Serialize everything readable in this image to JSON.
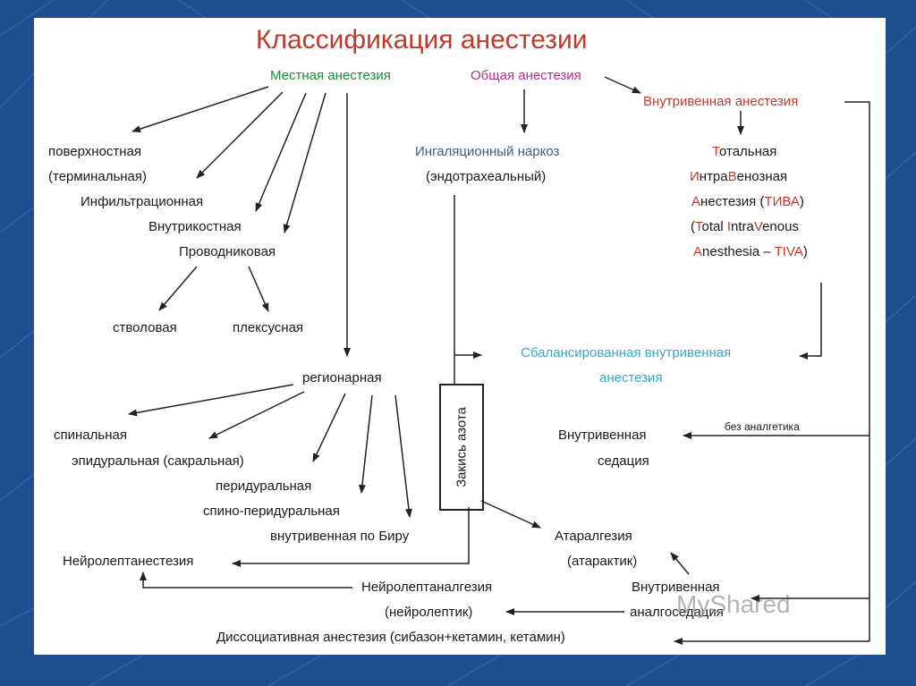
{
  "title": "Классификация анестезии",
  "nodes": {
    "local": "Местная анестезия",
    "general": "Общая анестезия",
    "iv": "Внутривенная анестезия",
    "superficial1": "поверхностная",
    "superficial2": "(терминальная)",
    "infiltration": "Инфильтрационная",
    "intraosseous": "Внутрикостная",
    "conduction": "Проводниковая",
    "trunk": "стволовая",
    "plexus": "плексусная",
    "inhal1": "Ингаляционный наркоз",
    "inhal2": "(эндотрахеальный)",
    "tiva": {
      "l1a": "Т",
      "l1b": "отальная",
      "l2a": "И",
      "l2b": "нтра",
      "l2c": "В",
      "l2d": "енозная",
      "l3a": "А",
      "l3b": "нестезия (",
      "l3c": "ТИВА",
      "l3d": ")",
      "l4a": "(",
      "l4b": "T",
      "l4c": "otal ",
      "l4d": "I",
      "l4e": "ntra",
      "l4f": "V",
      "l4g": "enous",
      "l5a": "A",
      "l5b": "nesthesia – ",
      "l5c": "TIVA",
      "l5d": ")"
    },
    "balanced1": "Сбалансированная внутривенная",
    "balanced2": "анестезия",
    "regional": "регионарная",
    "spinal": "спинальная",
    "epidural": "эпидуральная (сакральная)",
    "peridural": "перидуральная",
    "spinoperidural": "спино-перидуральная",
    "bier": "внутривенная по Биру",
    "nitrous": "Закись азота",
    "no_analgesic": "без аналгетика",
    "ivsed1": "Внутривенная",
    "ivsed2": "седация",
    "ataralg1": "Атаралгезия",
    "ataralg2": "(атарактик)",
    "nla": "Нейролептанестезия",
    "nlalg1": "Нейролептаналгезия",
    "nlalg2": "(нейролептик)",
    "ivanalg1": "Внутривенная",
    "ivanalg2": "аналгоседация",
    "dissoc": "Диссоциативная анестезия (сибазон+кетамин, кетамин)"
  },
  "watermark": "MyShared",
  "colors": {
    "background": "#1f4f8f",
    "slide": "#ffffff",
    "title": "#c0392b",
    "local": "#1e8a3a",
    "general": "#b8308a",
    "iv": "#c0392b",
    "inhalation": "#3a5f8a",
    "balanced": "#3ea3c8",
    "arrow": "#222222"
  }
}
